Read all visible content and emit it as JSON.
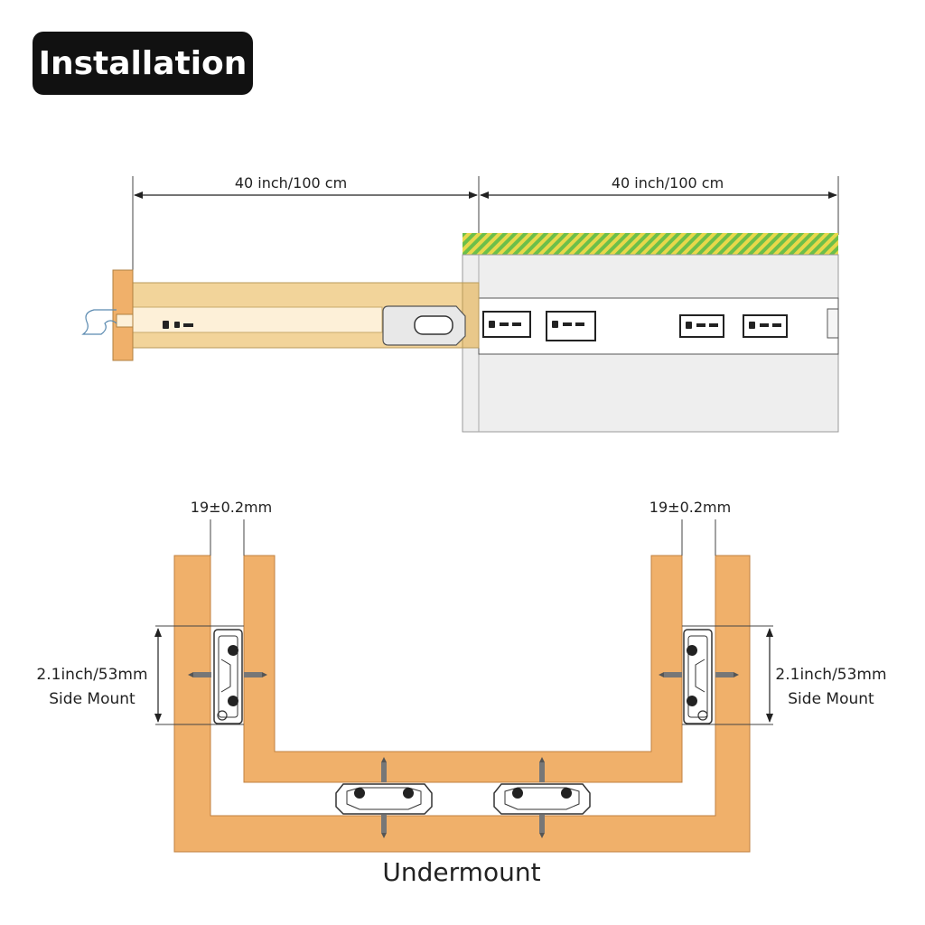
{
  "title": "Installation",
  "top_diagram": {
    "left_dimension": "40 inch/100 cm",
    "right_dimension": "40 inch/100 cm"
  },
  "bottom_diagram": {
    "left_gap": "19±0.2mm",
    "right_gap": "19±0.2mm",
    "left_height_line1": "2.1inch/53mm",
    "left_height_line2": "Side Mount",
    "right_height_line1": "2.1inch/53mm",
    "right_height_line2": "Side Mount",
    "caption": "Undermount"
  },
  "colors": {
    "wood": "#f0b06a",
    "slide_inner": "#f2d49a",
    "slide_light": "#fdf0d8",
    "panel": "#eeeeee",
    "stripe_green": "#6cbf4a",
    "stripe_yellow": "#e8d84a",
    "badge": "#111111"
  }
}
